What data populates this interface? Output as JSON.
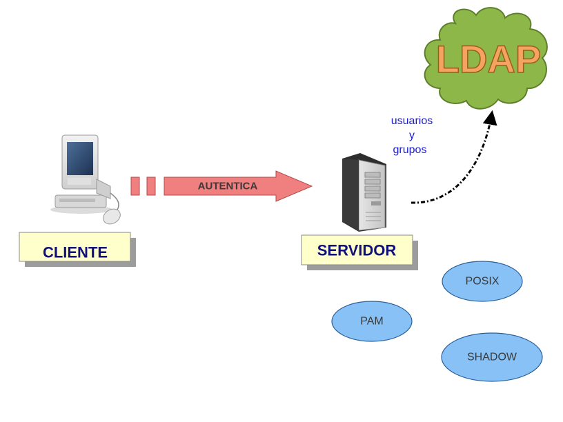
{
  "cloud": {
    "label": "LDAP",
    "fill": "#8db849",
    "stroke": "#5d7f2a",
    "text_color": "#f4a460"
  },
  "note": {
    "line1": "usuarios",
    "line2": "y",
    "line3": "grupos",
    "color": "#1b1bd1"
  },
  "client": {
    "label": "CLIENTE",
    "icon": "desktop-computer-icon"
  },
  "server": {
    "label": "SERVIDOR",
    "icon": "server-tower-icon"
  },
  "arrow": {
    "label": "AUTENTICA",
    "fill": "#f08080"
  },
  "modules": {
    "posix": "POSIX",
    "pam": "PAM",
    "shadow": "SHADOW",
    "fill": "#87c1f5"
  },
  "label_box_fill": "#ffffcc",
  "label_text_color": "#10107a"
}
